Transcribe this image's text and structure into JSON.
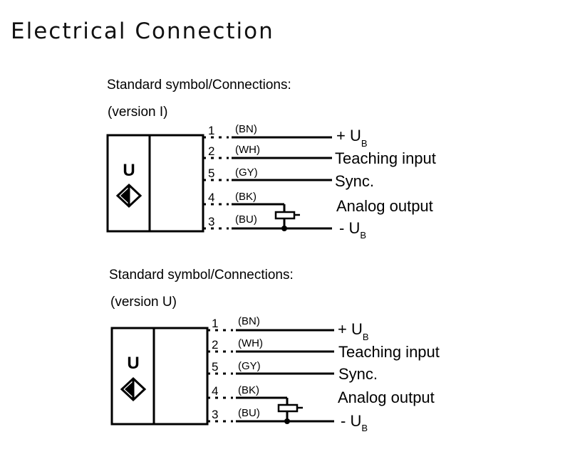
{
  "page": {
    "title": "Electrical Connection"
  },
  "diagrams": [
    {
      "heading": "Standard symbol/Connections:",
      "version": "(version I)",
      "symbol_letter": "U",
      "pins": [
        {
          "number": "1",
          "color": "(BN)",
          "signal": "+ U",
          "signal_sub": "B"
        },
        {
          "number": "2",
          "color": "(WH)",
          "signal": "Teaching input",
          "signal_sub": ""
        },
        {
          "number": "5",
          "color": "(GY)",
          "signal": "Sync.",
          "signal_sub": ""
        },
        {
          "number": "4",
          "color": "(BK)",
          "signal": "Analog output",
          "signal_sub": ""
        },
        {
          "number": "3",
          "color": "(BU)",
          "signal": "- U",
          "signal_sub": "B"
        }
      ]
    },
    {
      "heading": "Standard symbol/Connections:",
      "version": "(version U)",
      "symbol_letter": "U",
      "pins": [
        {
          "number": "1",
          "color": "(BN)",
          "signal": "+ U",
          "signal_sub": "B"
        },
        {
          "number": "2",
          "color": "(WH)",
          "signal": "Teaching input",
          "signal_sub": ""
        },
        {
          "number": "5",
          "color": "(GY)",
          "signal": "Sync.",
          "signal_sub": ""
        },
        {
          "number": "4",
          "color": "(BK)",
          "signal": "Analog output",
          "signal_sub": ""
        },
        {
          "number": "3",
          "color": "(BU)",
          "signal": "- U",
          "signal_sub": "B"
        }
      ]
    }
  ]
}
